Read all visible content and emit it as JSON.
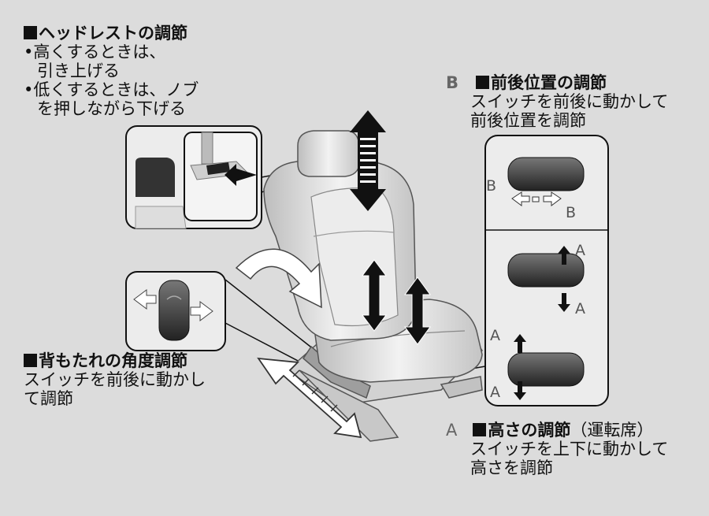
{
  "headrest": {
    "title": "ヘッドレストの調節",
    "line1": "高くするときは、",
    "line2": "引き上げる",
    "line3": "低くするときは、ノブ",
    "line4": "を押しながら下げる"
  },
  "fore_aft": {
    "marker": "B",
    "title": "前後位置の調節",
    "line1": "スイッチを前後に動かして",
    "line2": "前後位置を調節"
  },
  "recline": {
    "title": "背もたれの角度調節",
    "line1": "スイッチを前後に動かし",
    "line2": "て調節"
  },
  "height": {
    "marker": "A",
    "title": "高さの調節",
    "note": "（運転席）",
    "line1": "スイッチを上下に動かして",
    "line2": "高さを調節"
  },
  "switch_labels": {
    "b_left": "B",
    "b_right": "B",
    "a_up_1": "A",
    "a_down_1": "A",
    "a_up_2": "A",
    "a_down_2": "A"
  }
}
